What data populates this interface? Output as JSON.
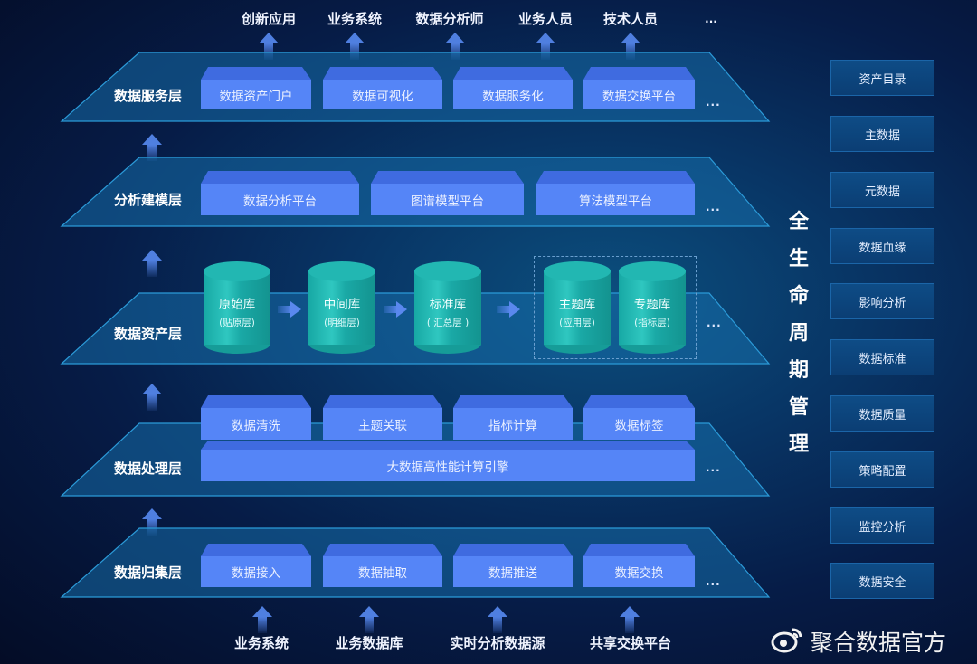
{
  "top_consumers": [
    "创新应用",
    "业务系统",
    "数据分析师",
    "业务人员",
    "技术人员",
    "..."
  ],
  "layers": {
    "service": {
      "name": "数据服务层",
      "items": [
        "数据资产门户",
        "数据可视化",
        "数据服务化",
        "数据交换平台"
      ],
      "more": "..."
    },
    "modeling": {
      "name": "分析建模层",
      "items": [
        "数据分析平台",
        "图谱模型平台",
        "算法模型平台"
      ],
      "more": "..."
    },
    "asset": {
      "name": "数据资产层",
      "stores": [
        {
          "name": "原始库",
          "sub": "(贴原层)"
        },
        {
          "name": "中间库",
          "sub": "(明细层)"
        },
        {
          "name": "标准库",
          "sub": "( 汇总层 )"
        },
        {
          "name": "主题库",
          "sub": "(应用层)"
        },
        {
          "name": "专题库",
          "sub": "(指标层)"
        }
      ],
      "more": "..."
    },
    "processing": {
      "name": "数据处理层",
      "items": [
        "数据清洗",
        "主题关联",
        "指标计算",
        "数据标签"
      ],
      "engine": "大数据高性能计算引擎",
      "more": "..."
    },
    "ingestion": {
      "name": "数据归集层",
      "items": [
        "数据接入",
        "数据抽取",
        "数据推送",
        "数据交换"
      ],
      "more": "..."
    }
  },
  "bottom_sources": [
    "业务系统",
    "业务数据库",
    "实时分析数据源",
    "共享交换平台"
  ],
  "lifecycle": {
    "title_chars": [
      "全",
      "生",
      "命",
      "周",
      "期",
      "管",
      "理"
    ],
    "items": [
      "资产目录",
      "主数据",
      "元数据",
      "数据血缘",
      "影响分析",
      "数据标准",
      "数据质量",
      "策略配置",
      "监控分析",
      "数据安全"
    ]
  },
  "watermark": {
    "icon": "weibo-icon",
    "text": "聚合数据官方"
  },
  "colors": {
    "box_front": "#5585f7",
    "box_top": "#3f6be0",
    "cylinder": "#22b7b2",
    "platform": "#0f5f98",
    "background": "#061c47"
  }
}
